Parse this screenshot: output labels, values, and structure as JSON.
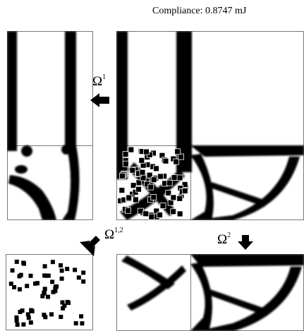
{
  "caption": {
    "label": "Compliance: 0.8747 mJ"
  },
  "operators": {
    "omega1": {
      "symbol": "Ω",
      "sup": "1",
      "arrow": "left-arrow-icon"
    },
    "omega2": {
      "symbol": "Ω",
      "sup": "2",
      "arrow": "down-arrow-icon"
    },
    "omega12": {
      "symbol": "Ω",
      "sup": "1,2",
      "arrow": "down-left-arrow-icon"
    }
  },
  "colors": {
    "material": "#000000",
    "void": "#ffffff",
    "frame": "#7a7a7a"
  }
}
